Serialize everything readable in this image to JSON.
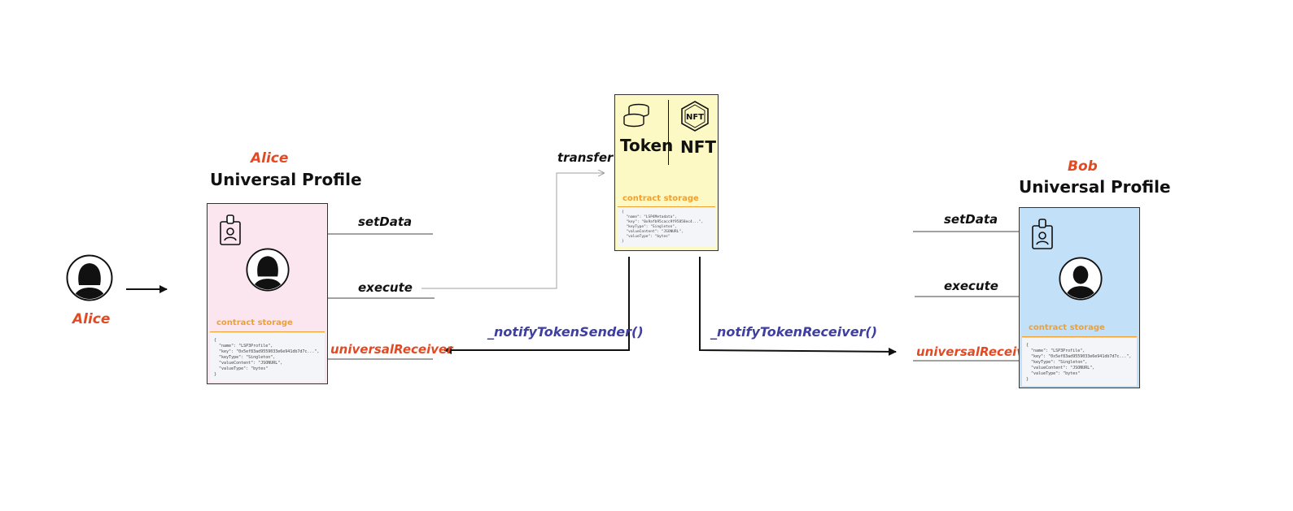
{
  "alice_user": {
    "name": "Alice"
  },
  "alice_profile": {
    "owner": "Alice",
    "title": "Universal Profile",
    "storage_label": "contract storage",
    "storage_code": "{\n  \"name\": \"LSP3Profile\",\n  \"key\": \"0x5ef83ad9559033e6e941db7d7c...\",\n  \"keyType\": \"Singleton\",\n  \"valueContent\": \"JSONURL\",\n  \"valueType\": \"bytes\"\n}"
  },
  "bob_profile": {
    "owner": "Bob",
    "title": "Universal Profile",
    "storage_label": "contract storage",
    "storage_code": "{\n  \"name\": \"LSP3Profile\",\n  \"key\": \"0x5ef83ad9559033e6e941db7d7c...\",\n  \"keyType\": \"Singleton\",\n  \"valueContent\": \"JSONURL\",\n  \"valueType\": \"bytes\"\n}"
  },
  "token_contract": {
    "token_label": "Token",
    "nft_label": "NFT",
    "nft_icon_text": "NFT",
    "storage_label": "contract storage",
    "storage_code": "{\n  \"name\": \"LSP4Metadata\",\n  \"key\": \"0x9afb95cacc9f95858ec4...\",\n  \"keyType\": \"Singleton\",\n  \"valueContent\": \"JSONURL\",\n  \"valueType\": \"bytes\"\n}"
  },
  "functions": {
    "alice_setData": "setData",
    "alice_execute": "execute",
    "alice_universalReceiver": "universalReceiver",
    "transfer": "transfer",
    "notify_sender": "_notifyTokenSender()",
    "notify_receiver": "_notifyTokenReceiver()",
    "bob_setData": "setData",
    "bob_execute": "execute",
    "bob_universalReceiver": "universalReceiver"
  },
  "colors": {
    "owner_name": "#e14a24",
    "notify_label": "#3f3fa0",
    "alice_card": "#fbe6ef",
    "bob_card": "#c2e0f8",
    "token_card": "#fdf9c4",
    "storage_accent": "#f0a030"
  },
  "icons": [
    "user-avatar-icon",
    "id-badge-icon",
    "coin-stack-icon",
    "nft-hexagon-icon",
    "arrow-right-icon",
    "arrow-left-icon"
  ]
}
